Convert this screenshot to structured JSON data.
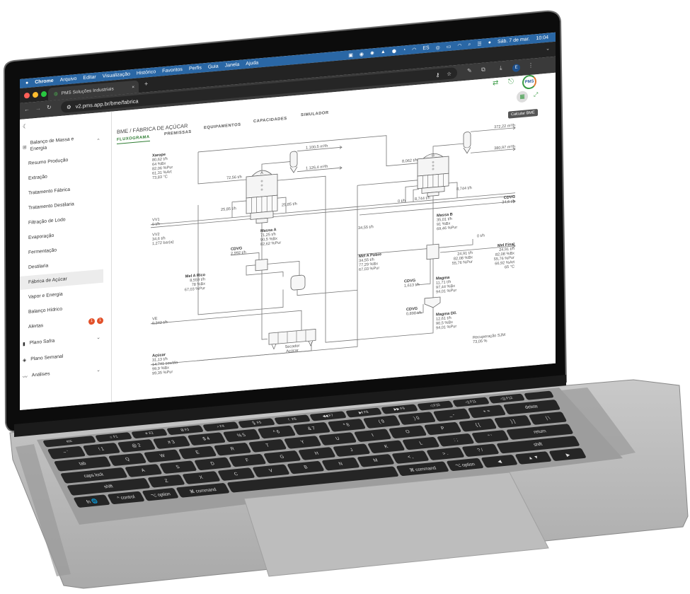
{
  "os_menubar": {
    "apple": "",
    "items": [
      "Chrome",
      "Arquivo",
      "Editar",
      "Visualização",
      "Histórico",
      "Favoritos",
      "Perfis",
      "Guia",
      "Janela",
      "Ajuda"
    ],
    "status_icons": [
      "▣",
      "◉",
      "✺",
      "▲",
      "⬢",
      "◔",
      "◠",
      "ES",
      "◎",
      "▭",
      "wifi",
      "⌕",
      "☰",
      "●"
    ],
    "date": "Sáb. 7 de mar.",
    "time": "10:04",
    "color": "#2a67a5"
  },
  "browser": {
    "tab_title": "PMS Soluções Industriais",
    "tab_close": "×",
    "new_tab": "+",
    "url": "v2.pms.app.br/bme/fabrica",
    "profile_initial": "E"
  },
  "app": {
    "breadcrumb": "BME / FÁBRICA DE AÇÚCAR",
    "tabs": [
      "FLUXOGRAMA",
      "PREMISSAS",
      "EQUIPAMENTOS",
      "CAPACIDADES",
      "SIMULADOR"
    ],
    "active_tab": "FLUXOGRAMA",
    "logo": "PMS",
    "tooltip": "Calcular BME",
    "accent": "#2e7d32"
  },
  "sidebar": {
    "group": "Balanço de Massa e Energia",
    "items": [
      "Resumo Produção",
      "Extração",
      "Tratamento Fábrica",
      "Tratamento Destilaria",
      "Filtração de Lodo",
      "Evaporação",
      "Fermentação",
      "Destilaria",
      "Fábrica de Açúcar",
      "Vapor e Energia",
      "Balanço Hídrico",
      "Alertas"
    ],
    "active": "Fábrica de Açúcar",
    "alert_badges": [
      "1",
      "1"
    ],
    "sections": [
      "Plano Safra",
      "Plano Semanal",
      "Análises"
    ]
  },
  "diagram": {
    "labels": {
      "xarope": [
        "Xarope",
        "80,62 t/h",
        "64 %Bx",
        "82,06 %Pur",
        "61,31 %Art",
        "73,83 °C"
      ],
      "cond_a_top": [
        "1.100,5 m³/h"
      ],
      "cond_a_bot": [
        "1.126,4 m³/h"
      ],
      "feed_a": [
        "72,56 t/h"
      ],
      "steam_a_left": [
        "25,85 t/h"
      ],
      "steam_a_right": [
        "25,85 t/h"
      ],
      "vv1": [
        "VV1",
        "0 t/h"
      ],
      "vv2": [
        "VV2",
        "34,6 t/h",
        "1,272 bar(a)"
      ],
      "massa_a": [
        "Massa A",
        "71,25 t/h",
        "90,5 %Bx",
        "82,62 %Pur"
      ],
      "cdvg_a": [
        "CDVG",
        "2,992 t/h"
      ],
      "mel_a_rico": [
        "Mel A Rico",
        "8,559 t/h",
        "78 %Bx",
        "67,03 %Pur"
      ],
      "ve": [
        "VE",
        "0,342 t/h"
      ],
      "secador": [
        "Secador",
        "Açúcar"
      ],
      "acucar": [
        "Açúcar",
        "31,13 t/h",
        "14.741 scs/dia",
        "99,9 %Bx",
        "99,35 %Pur"
      ],
      "feed_b": [
        "8,062 t/h"
      ],
      "cond_b_top": [
        "372,22 m³/h"
      ],
      "cond_b_bot": [
        "380,97 m³/h"
      ],
      "steam_b_0": [
        "0 t/h"
      ],
      "steam_b_left": [
        "8,744 t/h"
      ],
      "steam_b_right": [
        "8,744 t/h"
      ],
      "cdvg_header": [
        "CDVG",
        "34,6 t/h"
      ],
      "massa_b": [
        "Massa B",
        "35,01 t/h",
        "91 %Bx",
        "69,46 %Pur"
      ],
      "mel_a_pobre_flow": [
        "34,55 t/h"
      ],
      "recycle_0": [
        "0 t/h"
      ],
      "mel_b_out": [
        "24,91 t/h",
        "82,08 %Bx",
        "55,76 %Pur"
      ],
      "mel_final": [
        "Mel Final",
        "24,91 t/h",
        "82,08 %Bx",
        "55,76 %Pur",
        "66,92 %Art",
        "65 °C"
      ],
      "mel_a_pobre": [
        "Mel A Pobre",
        "34,55 t/h",
        "77,29 %Bx",
        "67,03 %Pur"
      ],
      "cdvg_b": [
        "CDVG",
        "1,613 t/h"
      ],
      "magma": [
        "Magma",
        "11,71 t/h",
        "97,44 %Bx",
        "94,01 %Pur"
      ],
      "cdvg_mix": [
        "CDVG",
        "0,898 t/h"
      ],
      "magma_dil": [
        "Magma Dil.",
        "12,61 t/h",
        "90,5 %Bx",
        "94,01 %Pur"
      ],
      "recuperacao": [
        "Recuperação SJM",
        "73,05 %"
      ]
    },
    "pan_labels": [
      "A",
      "B"
    ]
  },
  "keyboard": {
    "rows": [
      [
        "esc",
        "☼ F1",
        "☀ F2",
        "⊞ F3",
        "⌕ F4",
        "🎙 F5",
        "☾ F6",
        "◀◀ F7",
        "▶‖ F8",
        "▶▶ F9",
        "◁ F10",
        "◁) F11",
        "◁)) F12",
        ""
      ],
      [
        "~ `",
        "! 1",
        "@ 2",
        "# 3",
        "$ 4",
        "% 5",
        "^ 6",
        "& 7",
        "* 8",
        "( 9",
        ") 0",
        "_ -",
        "+ =",
        "delete"
      ],
      [
        "tab",
        "Q",
        "W",
        "E",
        "R",
        "T",
        "Y",
        "U",
        "I",
        "O",
        "P",
        "{ [",
        "} ]",
        "| \\"
      ],
      [
        "caps lock",
        "A",
        "S",
        "D",
        "F",
        "G",
        "H",
        "J",
        "K",
        "L",
        ": ;",
        "\" '",
        "return"
      ],
      [
        "shift",
        "Z",
        "X",
        "C",
        "V",
        "B",
        "N",
        "M",
        "< ,",
        "> .",
        "? /",
        "shift"
      ],
      [
        "fn 🌐",
        "^ control",
        "⌥ option",
        "⌘ command",
        "",
        "⌘ command",
        "⌥ option",
        "◀",
        "▲ ▼",
        "▶"
      ]
    ]
  }
}
